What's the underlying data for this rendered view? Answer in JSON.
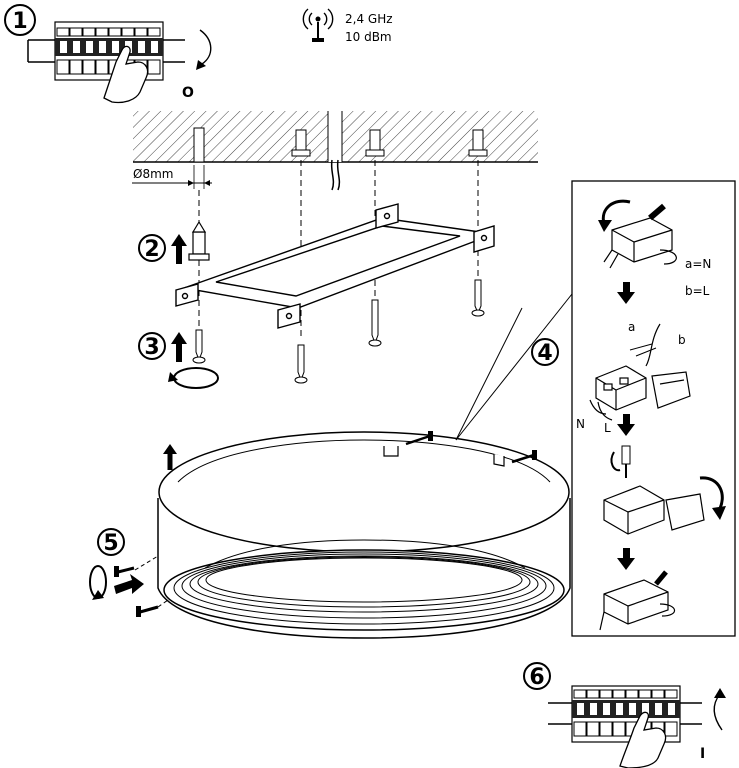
{
  "steps": [
    "1",
    "2",
    "3",
    "4",
    "5",
    "6"
  ],
  "radio": {
    "frequency": "2,4 GHz",
    "power": "10 dBm"
  },
  "breaker_state": {
    "off": "O",
    "on": "I"
  },
  "drill_diameter": "Ø8mm",
  "wiring": {
    "a_label": "a",
    "b_label": "b",
    "a_eq": "a=N",
    "b_eq": "b=L",
    "n_label": "N",
    "l_label": "L"
  }
}
